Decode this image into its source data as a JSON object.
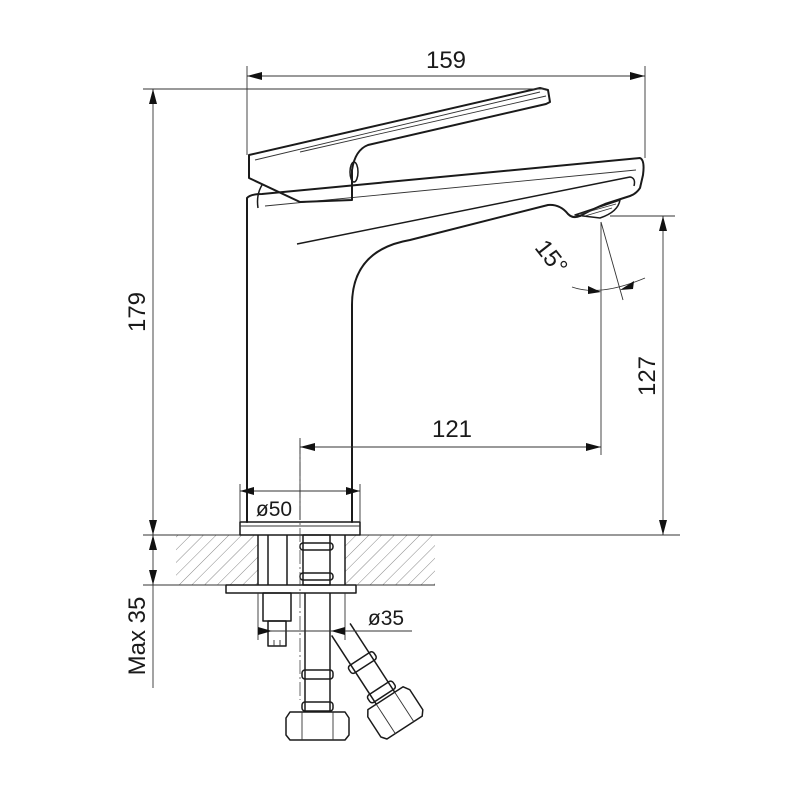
{
  "drawing": {
    "subject": "Single-lever basin mixer faucet — side elevation",
    "units": "mm",
    "colors": {
      "line": "#1a1a1a",
      "background": "#ffffff",
      "hatch": "#555555"
    }
  },
  "dimensions": {
    "overall_length": "159",
    "overall_height": "179",
    "spout_height": "127",
    "spout_reach": "121",
    "base_diameter": "ø50",
    "hole_diameter": "ø35",
    "max_deck_thickness": "Max 35",
    "spout_angle": "15°"
  }
}
